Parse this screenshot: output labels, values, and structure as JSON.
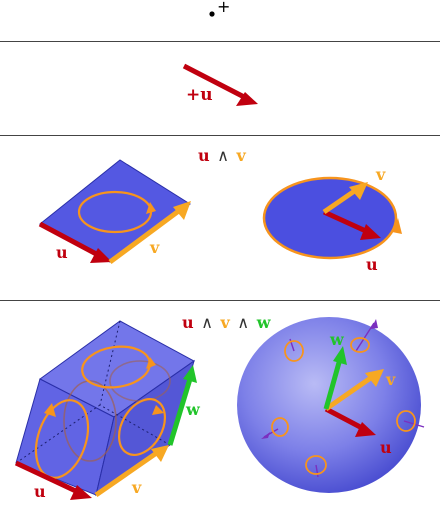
{
  "colors": {
    "u": "#c0000f",
    "v": "#f7a823",
    "w": "#21c42a",
    "wedge": "#333333",
    "plane_fill": "#4b4fe0",
    "plane_edge": "#2a2fa8",
    "orientation": "#f7941d",
    "normal": "#7b2fbf",
    "divider": "#444444"
  },
  "scalar": {
    "plus_sign": "+"
  },
  "vector": {
    "label": "+u"
  },
  "bivector": {
    "title": [
      {
        "text": "u",
        "color": "u"
      },
      {
        "text": "∧",
        "color": "wedge"
      },
      {
        "text": "v",
        "color": "v"
      }
    ],
    "parallelogram": {
      "u_label": "u",
      "v_label": "v"
    },
    "disc": {
      "u_label": "u",
      "v_label": "v"
    }
  },
  "trivector": {
    "title": [
      {
        "text": "u",
        "color": "u"
      },
      {
        "text": "∧",
        "color": "wedge"
      },
      {
        "text": "v",
        "color": "v"
      },
      {
        "text": "∧",
        "color": "wedge"
      },
      {
        "text": "w",
        "color": "w"
      }
    ],
    "parallelepiped": {
      "u_label": "u",
      "v_label": "v",
      "w_label": "w"
    },
    "sphere": {
      "u_label": "u",
      "v_label": "v",
      "w_label": "w"
    }
  }
}
